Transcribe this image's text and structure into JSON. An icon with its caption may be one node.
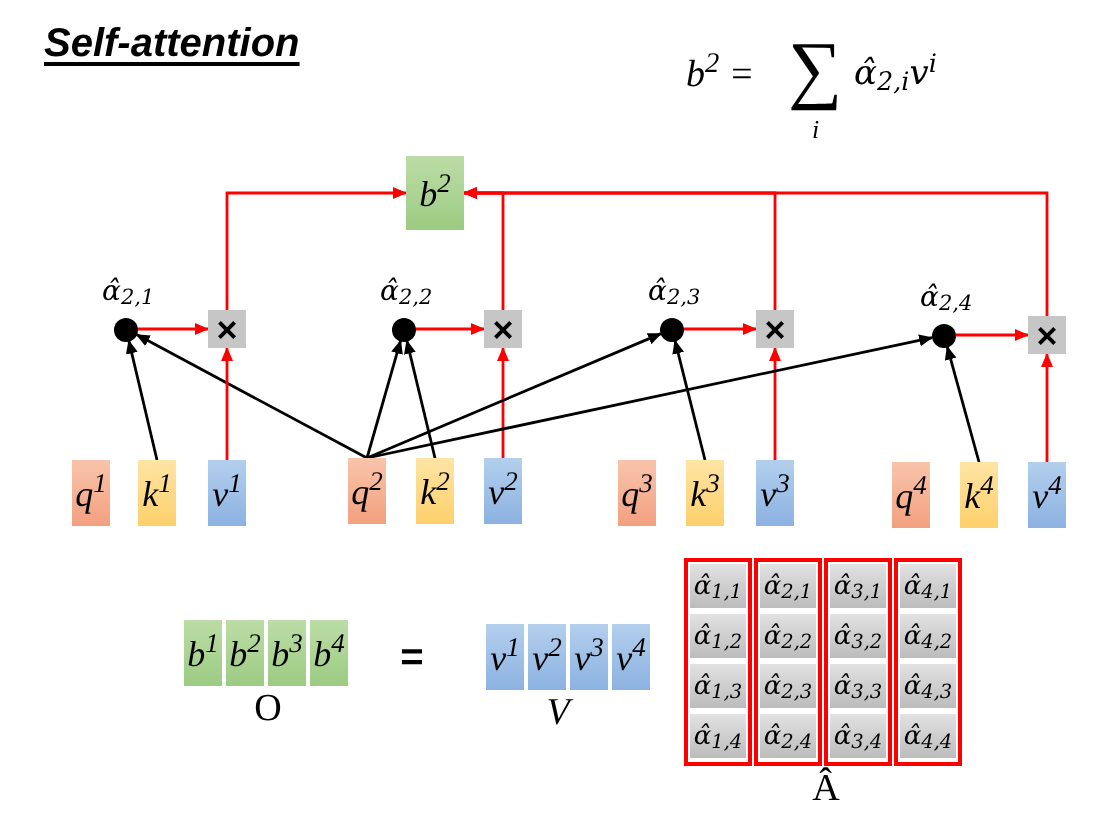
{
  "diagram": {
    "title": "Self-attention",
    "nodes": [
      {
        "text": [
          "b$^{2}$"
        ]
      },
      {
        "text": [],
        "shape": "circle",
        "beside": [
          "α̂$_{2,1}$"
        ]
      },
      {
        "text": [
          "×"
        ]
      },
      {
        "text": [],
        "shape": "circle",
        "beside": [
          "α̂$_{2,2}$"
        ]
      },
      {
        "text": [
          "×"
        ]
      },
      {
        "text": [],
        "shape": "circle",
        "beside": [
          "α̂$_{2,3}$"
        ]
      },
      {
        "text": [
          "×"
        ]
      },
      {
        "text": [],
        "shape": "circle",
        "beside": [
          "α̂$_{2,4}$"
        ]
      },
      {
        "text": [
          "×"
        ]
      },
      {
        "text": [
          "q$^{1}$"
        ]
      },
      {
        "text": [
          "k$^{1}$"
        ]
      },
      {
        "text": [
          "v$^{1}$"
        ]
      },
      {
        "text": [
          "q$^{2}$"
        ]
      },
      {
        "text": [
          "k$^{2}$"
        ]
      },
      {
        "text": [
          "v$^{2}$"
        ]
      },
      {
        "text": [
          "q$^{3}$"
        ]
      },
      {
        "text": [
          "k$^{3}$"
        ]
      },
      {
        "text": [
          "v$^{3}$"
        ]
      },
      {
        "text": [
          "q$^{4}$"
        ]
      },
      {
        "text": [
          "k$^{4}$"
        ]
      },
      {
        "text": [
          "v$^{4}$"
        ]
      },
      {
        "text": [
          "b$^{1}$"
        ]
      },
      {
        "text": [
          "b$^{2}$"
        ]
      },
      {
        "text": [
          "b$^{3}$"
        ]
      },
      {
        "text": [
          "b$^{4}$"
        ]
      },
      {
        "text": [
          "v$^{1}$"
        ]
      },
      {
        "text": [
          "v$^{2}$"
        ]
      },
      {
        "text": [
          "v$^{3}$"
        ]
      },
      {
        "text": [
          "v$^{4}$"
        ]
      },
      {
        "text": [],
        "shape": "box"
      },
      {
        "text": [
          "α̂$_{1,1}$"
        ],
        "in": 29
      },
      {
        "text": [
          "α̂$_{1,2}$"
        ],
        "in": 29
      },
      {
        "text": [
          "α̂$_{1,3}$"
        ],
        "in": 29
      },
      {
        "text": [
          "α̂$_{1,4}$"
        ],
        "in": 29
      },
      {
        "text": [],
        "shape": "box"
      },
      {
        "text": [
          "α̂$_{2,1}$"
        ],
        "in": 34
      },
      {
        "text": [
          "α̂$_{2,2}$"
        ],
        "in": 34
      },
      {
        "text": [
          "α̂$_{2,3}$"
        ],
        "in": 34
      },
      {
        "text": [
          "α̂$_{2,4}$"
        ],
        "in": 34
      },
      {
        "text": [],
        "shape": "box"
      },
      {
        "text": [
          "α̂$_{3,1}$"
        ],
        "in": 39
      },
      {
        "text": [
          "α̂$_{3,2}$"
        ],
        "in": 39
      },
      {
        "text": [
          "α̂$_{3,3}$"
        ],
        "in": 39
      },
      {
        "text": [
          "α̂$_{3,4}$"
        ],
        "in": 39
      },
      {
        "text": [],
        "shape": "box"
      },
      {
        "text": [
          "α̂$_{4,1}$"
        ],
        "in": 44
      },
      {
        "text": [
          "α̂$_{4,2}$"
        ],
        "in": 44
      },
      {
        "text": [
          "α̂$_{4,3}$"
        ],
        "in": 44
      },
      {
        "text": [
          "α̂$_{4,4}$"
        ],
        "in": 44
      }
    ],
    "edges": [
      {
        "from": 12,
        "to": 1,
        "arrow": "to",
        "color": "#000000"
      },
      {
        "from": 10,
        "to": 1,
        "arrow": "to",
        "color": "#000000"
      },
      {
        "from": 1,
        "to": 2,
        "arrow": "to"
      },
      {
        "from": 11,
        "to": 2,
        "arrow": "to"
      },
      {
        "from": 2,
        "to": 0,
        "arrow": "to"
      },
      {
        "from": 12,
        "to": 3,
        "arrow": "to",
        "color": "#000000"
      },
      {
        "from": 13,
        "to": 3,
        "arrow": "to",
        "color": "#000000"
      },
      {
        "from": 3,
        "to": 4,
        "arrow": "to"
      },
      {
        "from": 14,
        "to": 4,
        "arrow": "to"
      },
      {
        "from": 4,
        "to": 0,
        "arrow": "to"
      },
      {
        "from": 12,
        "to": 5,
        "arrow": "to",
        "color": "#000000"
      },
      {
        "from": 16,
        "to": 5,
        "arrow": "to",
        "color": "#000000"
      },
      {
        "from": 5,
        "to": 6,
        "arrow": "to"
      },
      {
        "from": 17,
        "to": 6,
        "arrow": "to"
      },
      {
        "from": 6,
        "to": 0,
        "arrow": "to"
      },
      {
        "from": 12,
        "to": 7,
        "arrow": "to",
        "color": "#000000"
      },
      {
        "from": 19,
        "to": 7,
        "arrow": "to",
        "color": "#000000"
      },
      {
        "from": 7,
        "to": 8,
        "arrow": "to"
      },
      {
        "from": 20,
        "to": 8,
        "arrow": "to"
      },
      {
        "from": 8,
        "to": 0,
        "arrow": "to"
      }
    ],
    "labels": [
      "b$^{2}$ =",
      "∑",
      "i",
      "α̂$_{2,i}$v$^{i}$",
      "=",
      "O",
      "V",
      "Â"
    ]
  }
}
